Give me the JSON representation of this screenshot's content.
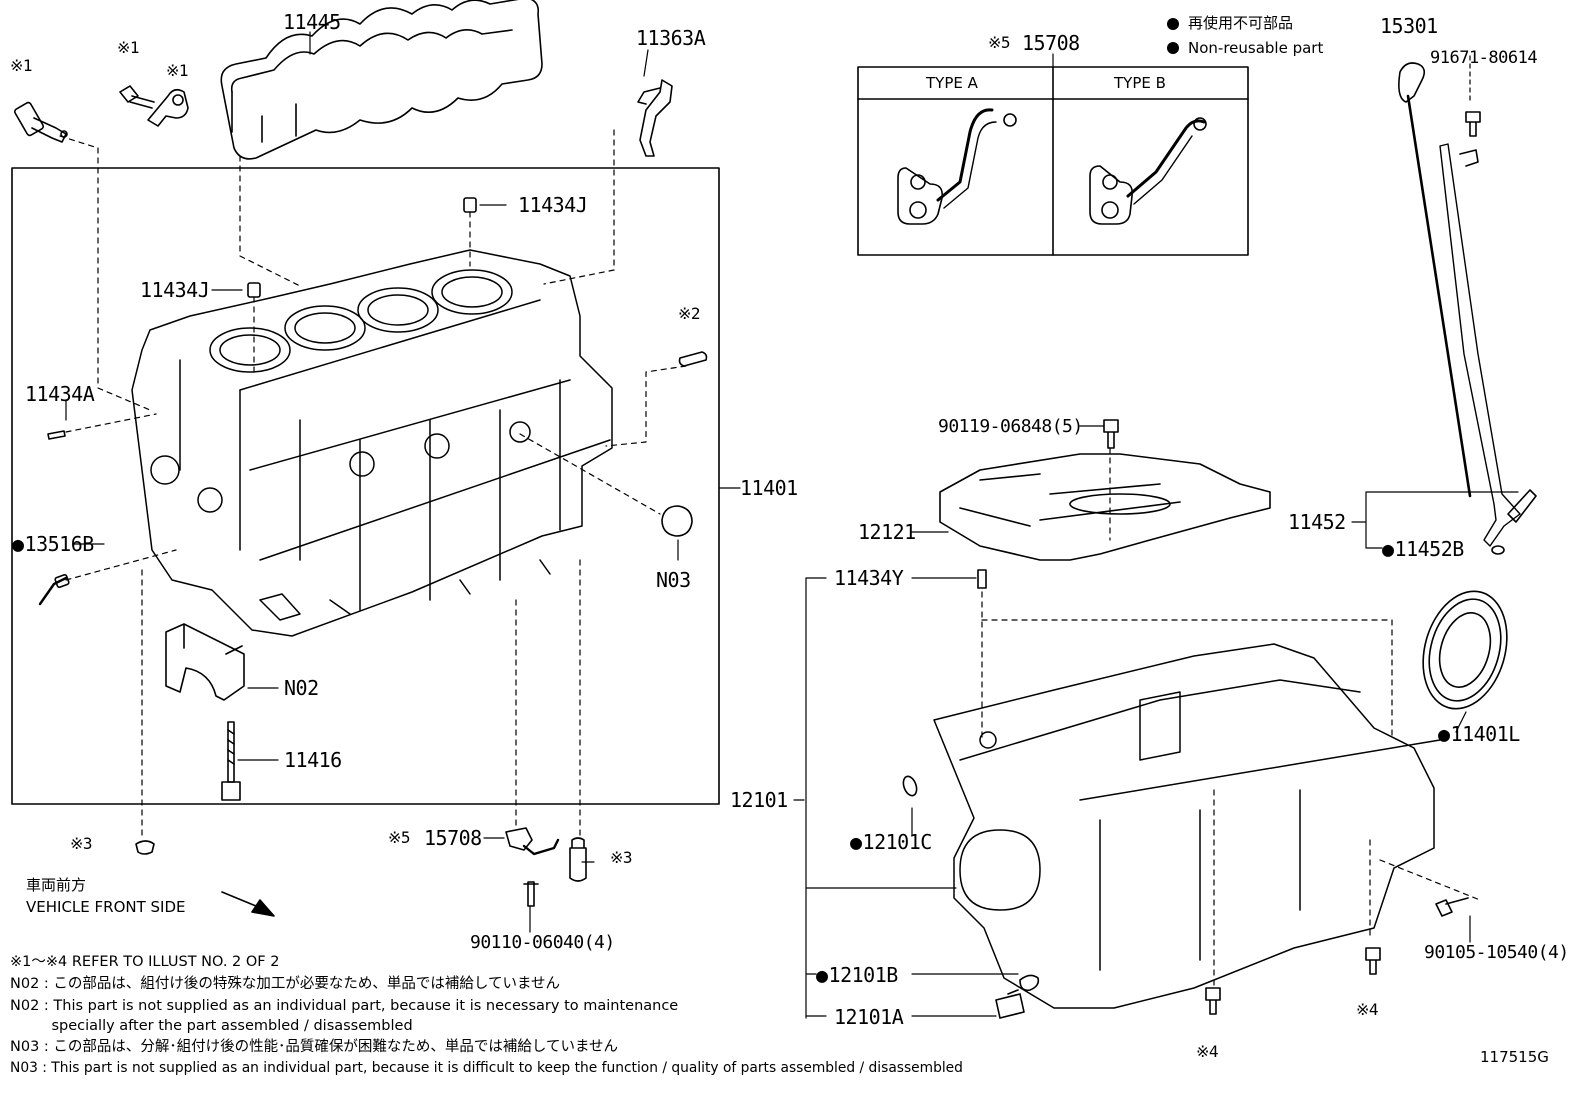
{
  "legend": {
    "jp": "再使用不可部品",
    "en": "Non-reusable part"
  },
  "type_box": {
    "a": "TYPE A",
    "b": "TYPE B"
  },
  "labels": {
    "p11445": "11445",
    "p11363A": "11363A",
    "p15708_top": "15708",
    "p15301": "15301",
    "p91671": "91671-80614",
    "p11434J_a": "11434J",
    "p11434J_b": "11434J",
    "p11434A": "11434A",
    "p11401": "11401",
    "p13516B": "13516B",
    "pN03": "N03",
    "pN02": "N02",
    "p11416": "11416",
    "p15708_bot": "15708",
    "p90110": "90110-06040(4)",
    "p90119": "90119-06848(5)",
    "p12121": "12121",
    "p11452": "11452",
    "p11452B": "11452B",
    "p11434Y": "11434Y",
    "p11401L": "11401L",
    "p12101": "12101",
    "p12101C": "12101C",
    "p12101B": "12101B",
    "p12101A": "12101A",
    "p90105": "90105-10540(4)"
  },
  "refs": {
    "r1a": "※1",
    "r1b": "※1",
    "r1c": "※1",
    "r2": "※2",
    "r3a": "※3",
    "r3b": "※3",
    "r4a": "※4",
    "r4b": "※4",
    "r5a": "※5",
    "r5b": "※5"
  },
  "front": {
    "jp": "車両前方",
    "en": "VEHICLE FRONT SIDE"
  },
  "notes": [
    "※1～※4  REFER TO ILLUST NO. 2 OF 2",
    "N02 : この部品は、組付け後の特殊な加工が必要なため、単品では補給していません",
    "N02 : This part is not supplied as an individual part, because it is necessary to maintenance",
    "         specially after the part assembled / disassembled",
    "N03 : この部品は、分解･組付け後の性能･品質確保が困難なため、単品では補給していません",
    "N03 : This part is not supplied as an individual part, because it is difficult to keep the function / quality of parts  assembled / disassembled"
  ],
  "illust_id": "117515G"
}
